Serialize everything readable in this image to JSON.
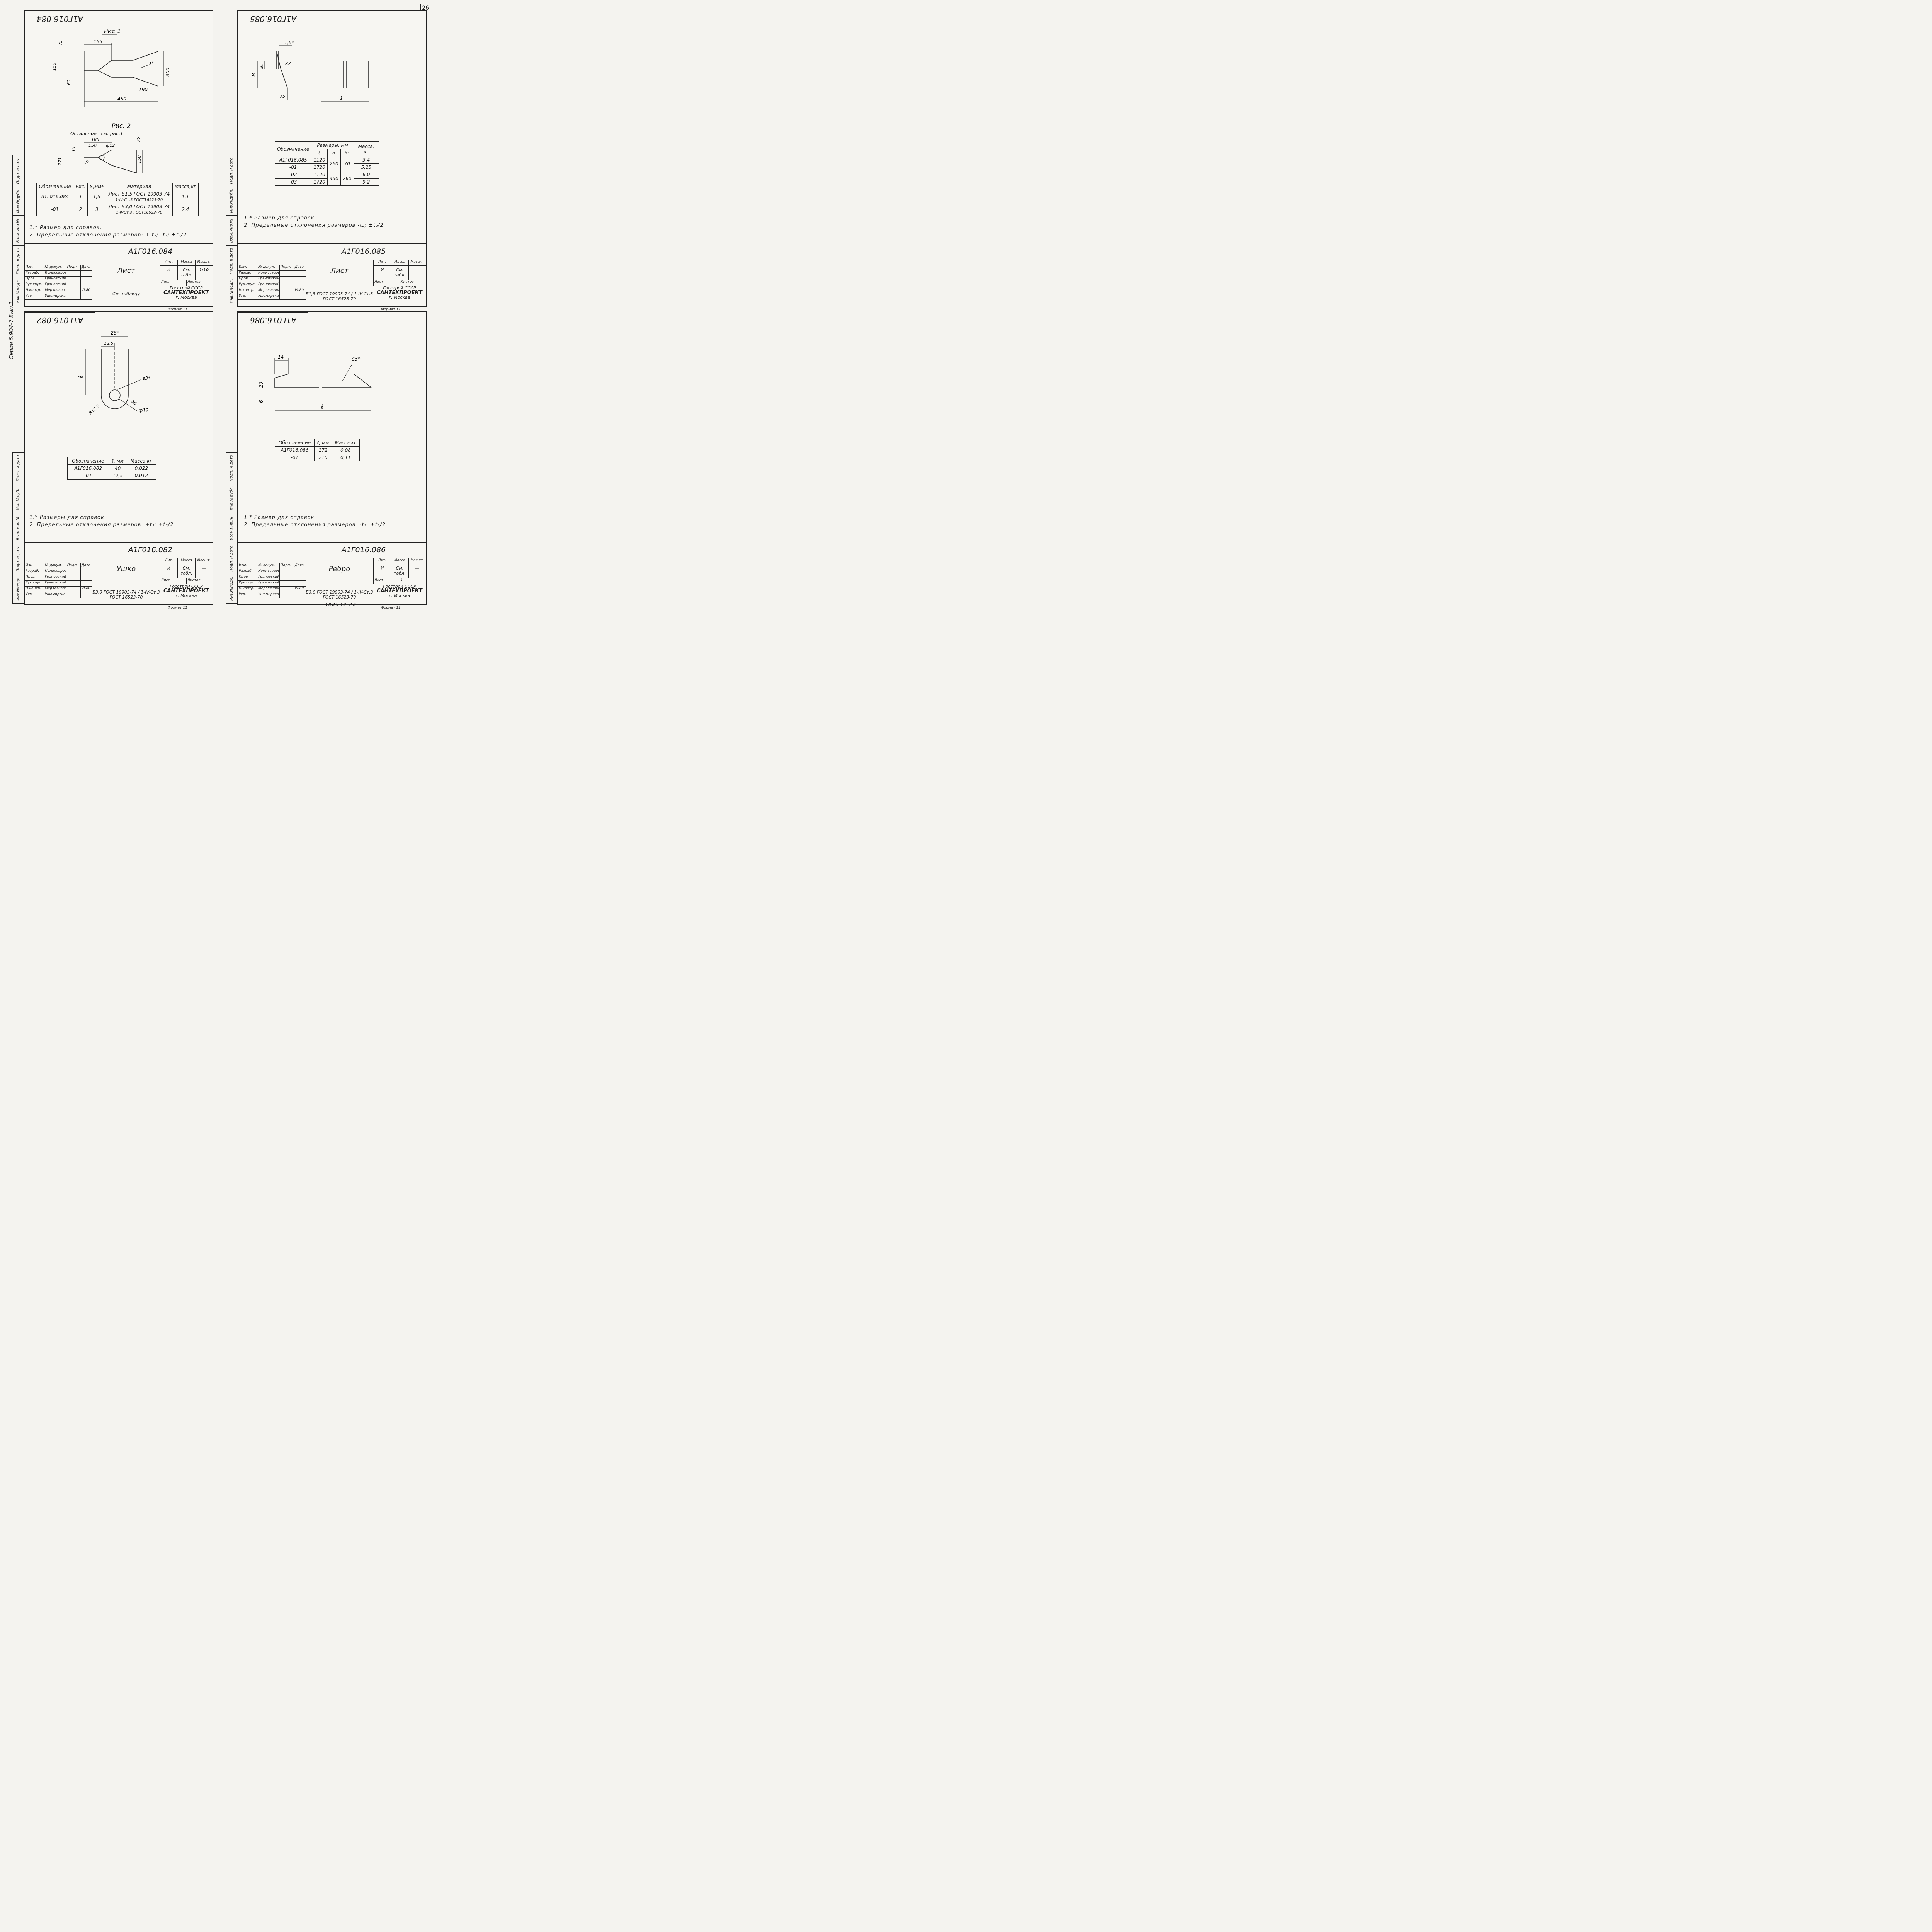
{
  "page_number": "26",
  "series": "Серия 5.904-7 Вып.1",
  "side_labels": [
    "Инв.№подл.",
    "Подп. и дата",
    "Взам.инв.№",
    "Инв.№дубл.",
    "Подп. и дата"
  ],
  "sheet_084": {
    "code": "А1Г016.084",
    "fig1_title": "Рис.1",
    "fig1_dims": [
      "75",
      "155",
      "150",
      "60",
      "300",
      "190",
      "450",
      "s*"
    ],
    "fig2_title": "Рис. 2",
    "fig2_note": "Остальное - см. рис.1",
    "fig2_dims": [
      "185",
      "150",
      "ф12",
      "75",
      "15",
      "50",
      "171",
      "150"
    ],
    "table_headers": [
      "Обозначение",
      "Рис.",
      "S,мм*",
      "Материал",
      "Масса,кг"
    ],
    "rows": [
      {
        "code": "А1Г016.084",
        "fig": "1",
        "s": "1,5",
        "mat1": "Лист",
        "mat2": "Б1,5 ГОСТ 19903-74",
        "mat3": "1-IV-Ст.3 ГОСТ16523-70",
        "mass": "1,1"
      },
      {
        "code": "-01",
        "fig": "2",
        "s": "3",
        "mat1": "Лист",
        "mat2": "Б3,0 ГОСТ 19903-74",
        "mat3": "1-IVСт.3 ГОСТ16523-70",
        "mass": "2,4"
      }
    ],
    "notes": [
      "1.* Размер для справок.",
      "2. Предельные отклонения размеров: + t₂; -t₂; ±t₂/2"
    ],
    "stamp_code": "А1Г016.084",
    "name": "Лист",
    "material": "См. таблицу",
    "lit": "И",
    "mass": "См. табл.",
    "scale": "1:10"
  },
  "sheet_085": {
    "code": "А1Г016.085",
    "dims": [
      "1,5*",
      "B",
      "B₁",
      "R2",
      "75",
      "ℓ"
    ],
    "table_headers": [
      "Обозначение",
      "Размеры, мм",
      "ℓ",
      "B",
      "B₁",
      "Масса, кг"
    ],
    "rows": [
      {
        "code": "А1Г016.085",
        "l": "1120",
        "b": "260",
        "b1": "70",
        "mass": "3,4"
      },
      {
        "code": "-01",
        "l": "1720",
        "b": "",
        "b1": "",
        "mass": "5,25"
      },
      {
        "code": "-02",
        "l": "1120",
        "b": "450",
        "b1": "260",
        "mass": "6,0"
      },
      {
        "code": "-03",
        "l": "1720",
        "b": "",
        "b1": "",
        "mass": "9,2"
      }
    ],
    "notes": [
      "1.* Размер для справок",
      "2. Предельные отклонения размеров -t₂; ±t₂/2"
    ],
    "stamp_code": "А1Г016.085",
    "name": "Лист",
    "material": "Б1,5 ГОСТ 19903-74 / 1-IV-Ст.3 ГОСТ 16523-70",
    "lit": "И",
    "mass": "См. табл.",
    "scale": "—"
  },
  "sheet_082": {
    "code": "А1Г016.082",
    "dims": [
      "25*",
      "12,5",
      "ℓ",
      "s3*",
      "R12,5",
      "50",
      "ф12"
    ],
    "table_headers": [
      "Обозначение",
      "ℓ, мм",
      "Масса,кг"
    ],
    "rows": [
      {
        "code": "А1Г016.082",
        "l": "40",
        "mass": "0,022"
      },
      {
        "code": "-01",
        "l": "12,5",
        "mass": "0,012"
      }
    ],
    "notes": [
      "1.* Размеры для справок",
      "2. Предельные отклонения размеров: +t₂; ±t₂/2"
    ],
    "stamp_code": "А1Г016.082",
    "name": "Ушко",
    "material": "Б3,0 ГОСТ 19903-74 / 1-IV-Ст.3 ГОСТ 16523-70",
    "lit": "И",
    "mass": "См. табл.",
    "scale": "—"
  },
  "sheet_086": {
    "code": "А1Г016.086",
    "dims": [
      "14",
      "s3*",
      "20",
      "6",
      "ℓ"
    ],
    "table_headers": [
      "Обозначение",
      "ℓ, мм",
      "Масса,кг"
    ],
    "rows": [
      {
        "code": "А1Г016.086",
        "l": "172",
        "mass": "0,08"
      },
      {
        "code": "-01",
        "l": "215",
        "mass": "0,11"
      }
    ],
    "notes": [
      "1.* Размер для справок",
      "2. Предельные отклонения размеров: -t₂, ±t₂/2"
    ],
    "stamp_code": "А1Г016.086",
    "name": "Ребро",
    "material": "Б3,0 ГОСТ 19903-74 / 1-IV-Ст.3 ГОСТ 16523-70",
    "lit": "И",
    "mass": "См. табл.",
    "scale": "—"
  },
  "signatures": {
    "col_headers": [
      "Изм.",
      "Лист",
      "№ докум.",
      "Подп.",
      "Дата"
    ],
    "rows": [
      {
        "role": "Разраб.",
        "name": "Комиссаров"
      },
      {
        "role": "Пров.",
        "name": "Грановский"
      },
      {
        "role": "Рук.груп.",
        "name": "Грановский"
      },
      {
        "role": "Н.контр.",
        "name": "Мерзлякова",
        "date": "VI-80"
      },
      {
        "role": "Утв.",
        "name": "Ушомирская"
      }
    ]
  },
  "stamp_labels": {
    "lit": "Лит.",
    "mass": "Масса",
    "scale": "Масшт.",
    "sheet": "Лист",
    "sheets": "Листов",
    "sheets_val": "1"
  },
  "org": {
    "line1": "Госстрой СССР",
    "line2": "САНТЕХПРОЕКТ",
    "line3": "г. Москва"
  },
  "format": "Формат 11",
  "bottom_id": "400549  26"
}
